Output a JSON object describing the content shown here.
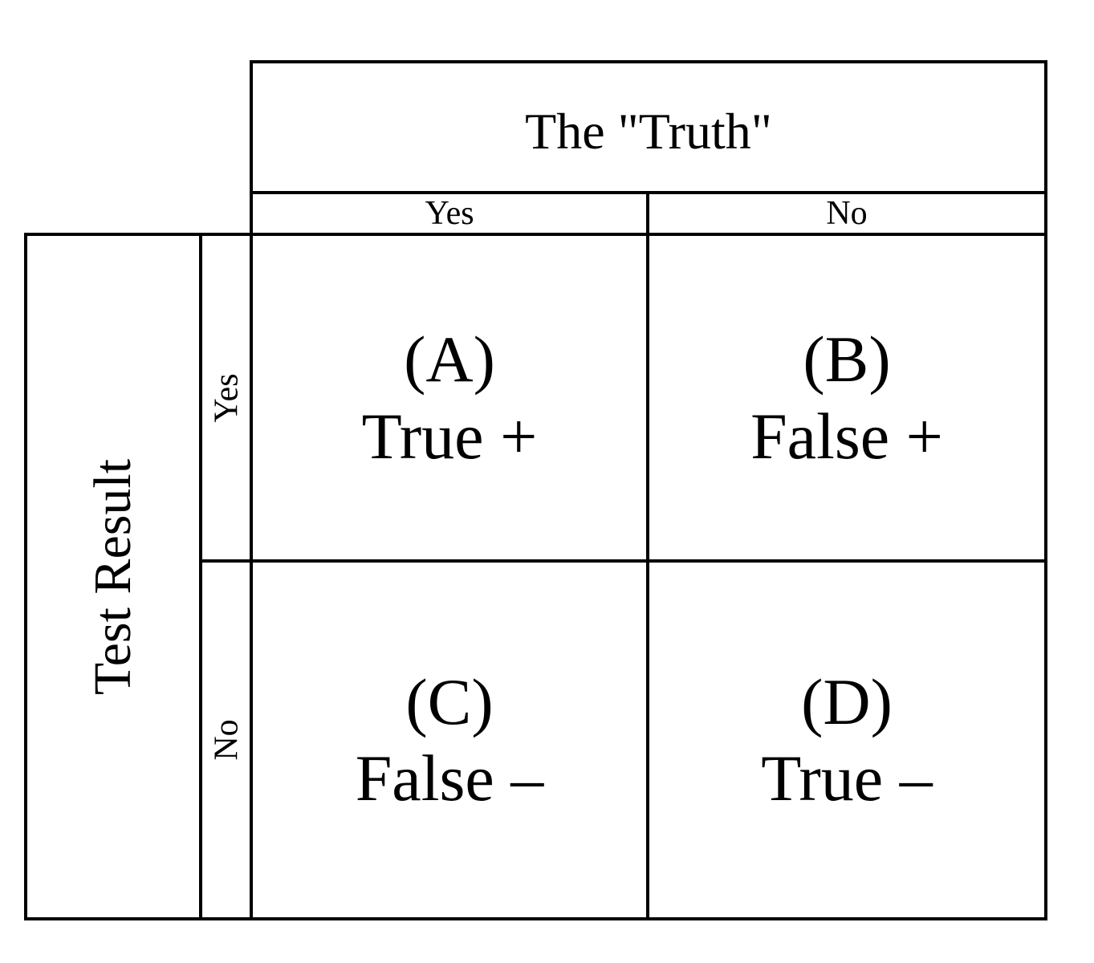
{
  "matrix": {
    "column_dimension": {
      "title": "The \"Truth\"",
      "options": [
        "Yes",
        "No"
      ]
    },
    "row_dimension": {
      "title": "Test Result",
      "options": [
        "Yes",
        "No"
      ]
    },
    "cells": [
      {
        "id": "A",
        "label": "(A)",
        "value": "True +"
      },
      {
        "id": "B",
        "label": "(B)",
        "value": "False +"
      },
      {
        "id": "C",
        "label": "(C)",
        "value": "False –"
      },
      {
        "id": "D",
        "label": "(D)",
        "value": "True –"
      }
    ],
    "colors": {
      "border": "#000000",
      "background": "#ffffff",
      "text": "#000000"
    }
  }
}
